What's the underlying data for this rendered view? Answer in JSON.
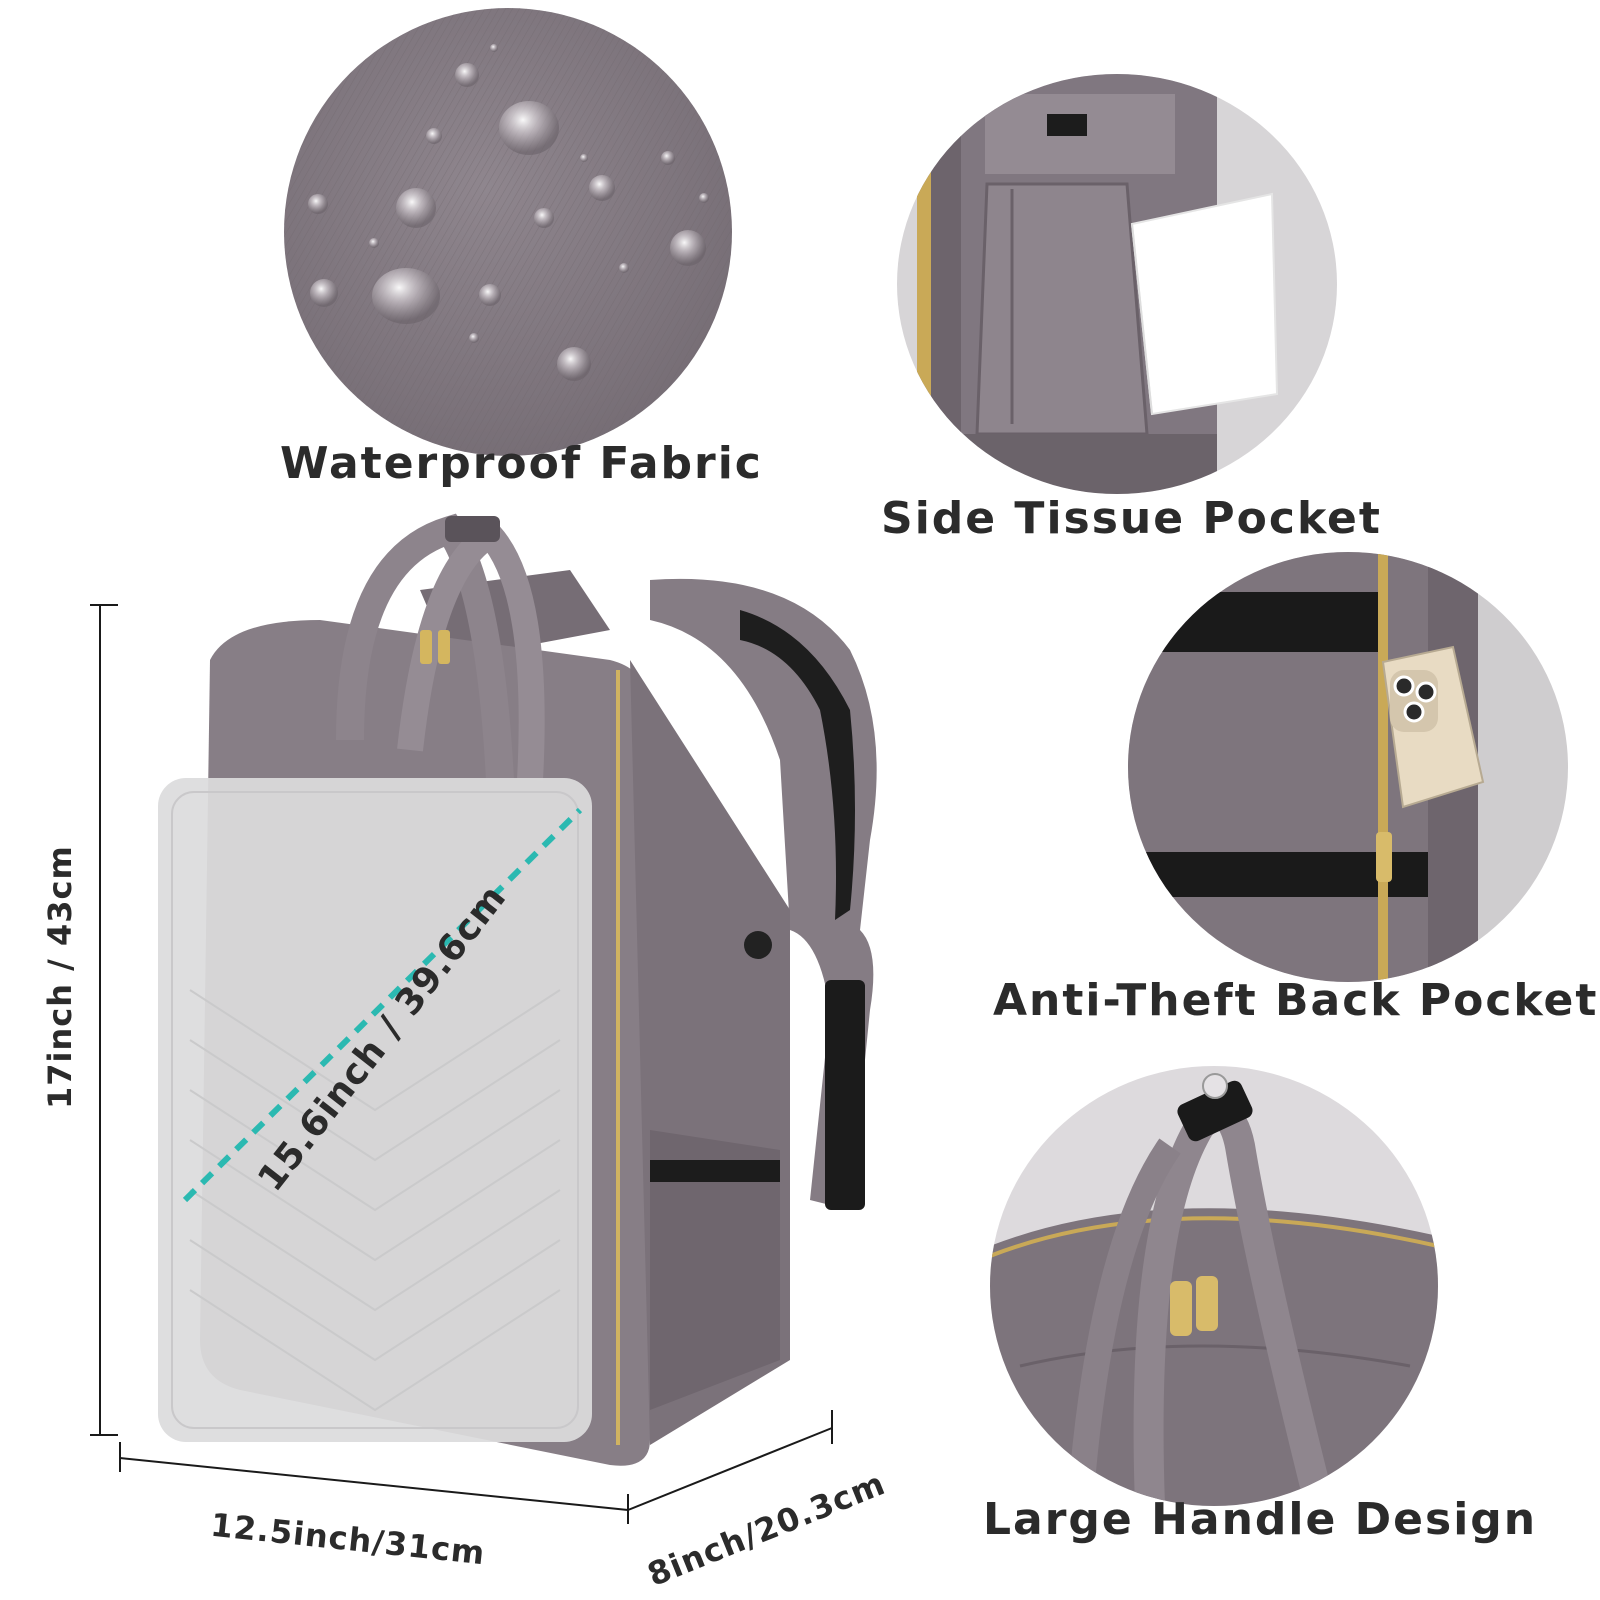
{
  "features": {
    "waterproof": "Waterproof Fabric",
    "tissue": "Side Tissue Pocket",
    "antitheft": "Anti-Theft Back Pocket",
    "handle": "Large Handle Design"
  },
  "dimensions": {
    "height": "17inch / 43cm",
    "width": "12.5inch/31cm",
    "depth": "8inch/20.3cm",
    "laptop": "15.6inch / 39.6cm"
  },
  "colors": {
    "fabric": "#847a83",
    "fabric_dark": "#6b626a",
    "accent_line": "#2bb9b1",
    "label_text": "#2b2b2b",
    "circle_bg": "#d9d7d9"
  },
  "icons": [
    "water-droplet-icon",
    "tissue-icon",
    "phone-icon",
    "zipper-pull-icon"
  ]
}
